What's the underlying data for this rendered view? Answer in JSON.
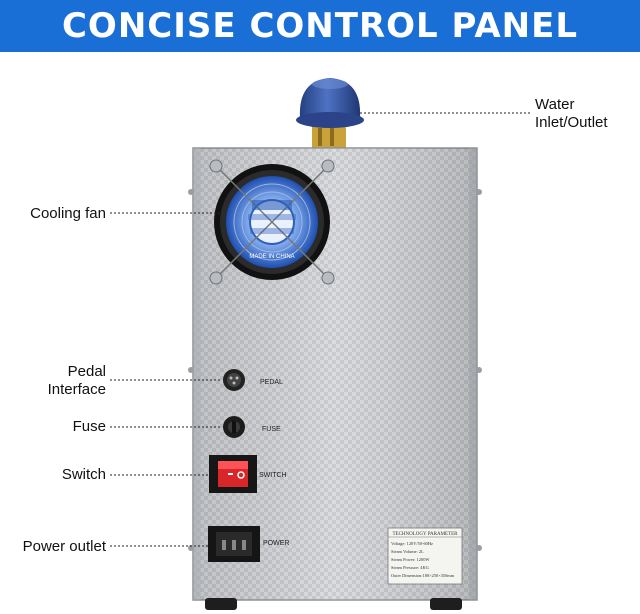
{
  "banner": {
    "title": "CONCISE CONTROL PANEL",
    "bg_color": "#1a6fd6"
  },
  "callouts": {
    "water": "Water\nInlet/Outlet",
    "water_line1": "Water",
    "water_line2": "Inlet/Outlet",
    "cooling_fan": "Cooling fan",
    "pedal_line1": "Pedal",
    "pedal_line2": "Interface",
    "fuse": "Fuse",
    "switch": "Switch",
    "power_outlet": "Power outlet"
  },
  "panel_labels": {
    "pedal": "PEDAL",
    "fuse": "FUSE",
    "switch": "SWITCH",
    "power": "POWER"
  },
  "fan_label": {
    "made_in": "MADE IN CHINA"
  },
  "tech_plate": {
    "title": "TECHNOLOGY PARAMETER",
    "lines": [
      "Voltage: 120V/50-60Hz",
      "Steam Volume: 2L",
      "Steam Power: 1200W",
      "Steam Pressure: 4KG",
      "Outer Dimension:180×250×350mm"
    ]
  },
  "colors": {
    "metal": "#c9cbcf",
    "cap": "#2f4f9e",
    "switch_red": "#d8262b"
  }
}
